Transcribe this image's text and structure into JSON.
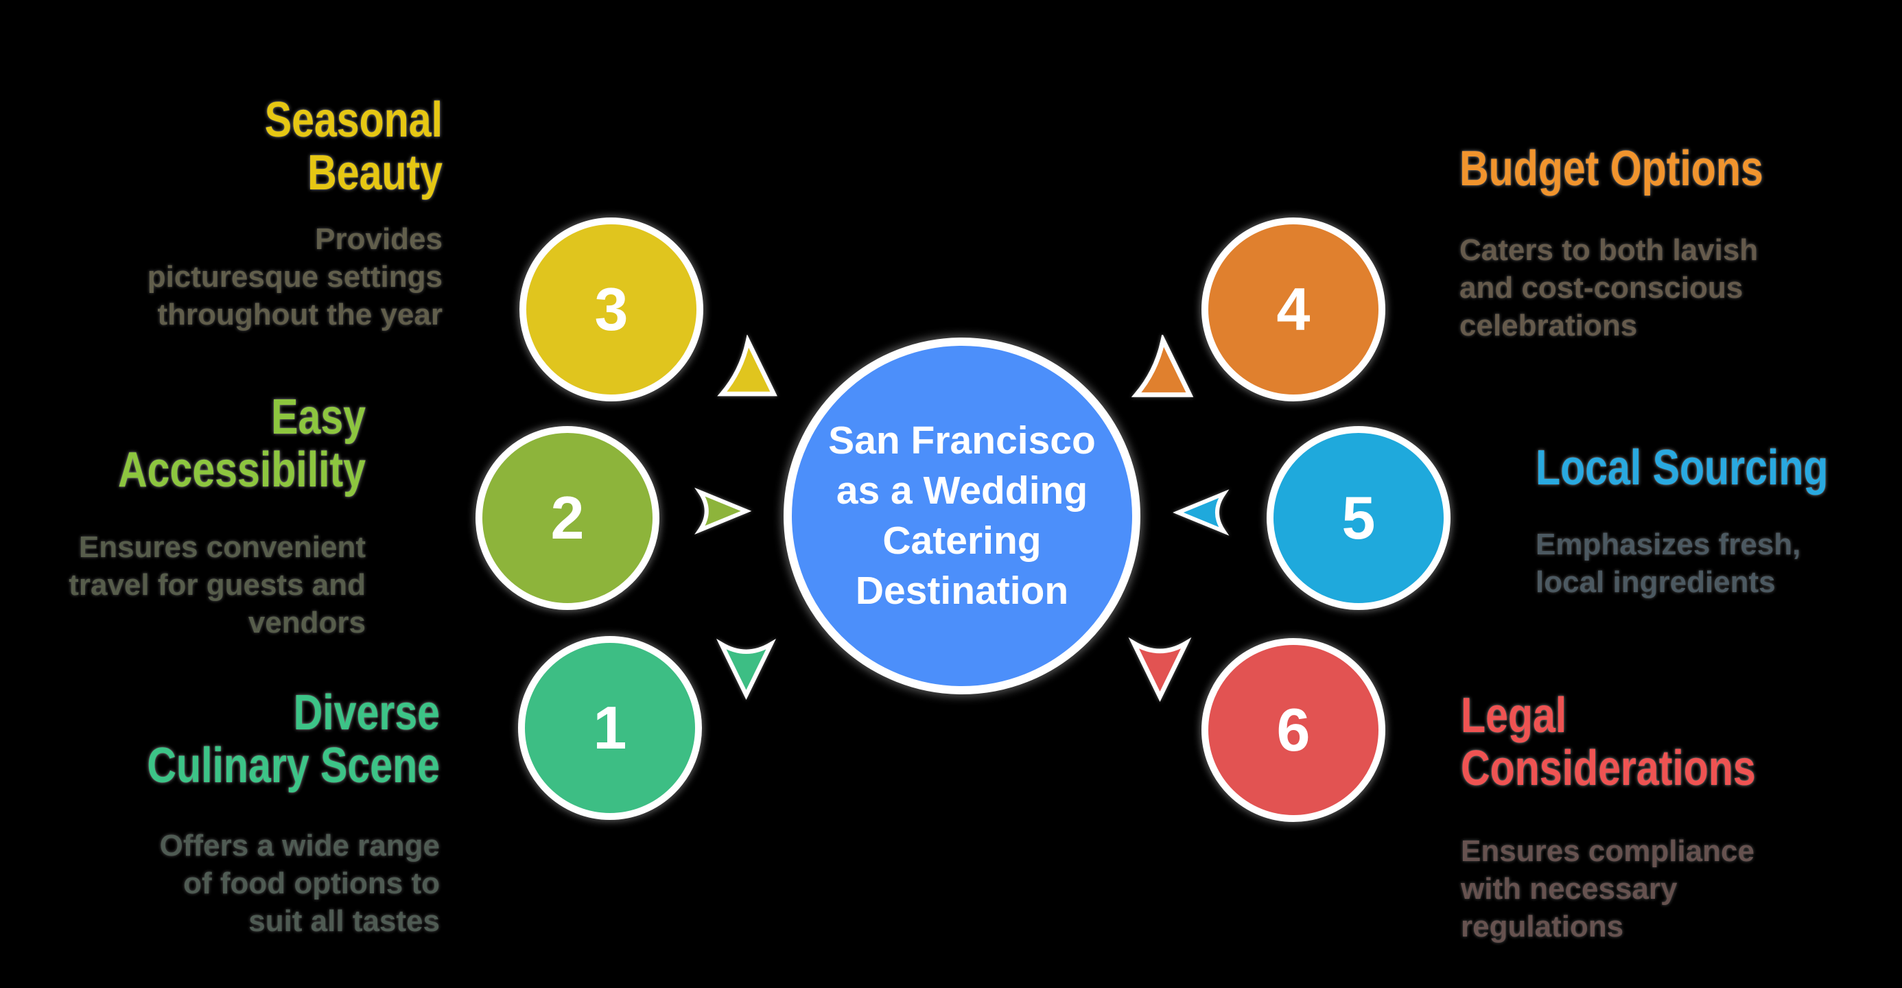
{
  "background": "#000000",
  "center": {
    "lines": [
      "San Francisco",
      "as a Wedding",
      "Catering",
      "Destination"
    ],
    "fill": "#4C8FFA",
    "text_color": "#FFFFFF",
    "border_color": "#FFFFFF"
  },
  "items": [
    {
      "number": "1",
      "position": "bottom-left",
      "heading_lines": [
        "Diverse",
        "Culinary Scene"
      ],
      "heading_color": "#3CC487",
      "description_lines": [
        "Offers a wide range",
        "of food options to",
        "suit all tastes"
      ],
      "description_color": "#4F5B53",
      "circle_color": "#3DBE84",
      "arrow_color": "#3DBE84",
      "arrow_direction": "down"
    },
    {
      "number": "2",
      "position": "middle-left",
      "heading_lines": [
        "Easy",
        "Accessibility"
      ],
      "heading_color": "#8DC63F",
      "description_lines": [
        "Ensures convenient",
        "travel for guests and",
        "vendors"
      ],
      "description_color": "#575D4B",
      "circle_color": "#8DB43B",
      "arrow_color": "#8DB43B",
      "arrow_direction": "right"
    },
    {
      "number": "3",
      "position": "top-left",
      "heading_lines": [
        "Seasonal",
        "Beauty"
      ],
      "heading_color": "#E6C713",
      "description_lines": [
        "Provides",
        "picturesque settings",
        "throughout the year"
      ],
      "description_color": "#615E4B",
      "circle_color": "#E0C51E",
      "arrow_color": "#E0C51E",
      "arrow_direction": "up"
    },
    {
      "number": "4",
      "position": "top-right",
      "heading_lines": [
        "Budget Options"
      ],
      "heading_color": "#F1942D",
      "description_lines": [
        "Caters to both lavish",
        "and cost-conscious",
        "celebrations"
      ],
      "description_color": "#655A4B",
      "circle_color": "#E0802E",
      "arrow_color": "#E0802E",
      "arrow_direction": "up"
    },
    {
      "number": "5",
      "position": "middle-right",
      "heading_lines": [
        "Local Sourcing"
      ],
      "heading_color": "#29A9E0",
      "description_lines": [
        "Emphasizes fresh,",
        "local ingredients"
      ],
      "description_color": "#4C5961",
      "circle_color": "#1FA9DC",
      "arrow_color": "#1FA9DC",
      "arrow_direction": "left"
    },
    {
      "number": "6",
      "position": "bottom-right",
      "heading_lines": [
        "Legal",
        "Considerations"
      ],
      "heading_color": "#EF5352",
      "description_lines": [
        "Ensures compliance",
        "with necessary",
        "regulations"
      ],
      "description_color": "#66524F",
      "circle_color": "#E25352",
      "arrow_color": "#E25352",
      "arrow_direction": "down"
    }
  ]
}
